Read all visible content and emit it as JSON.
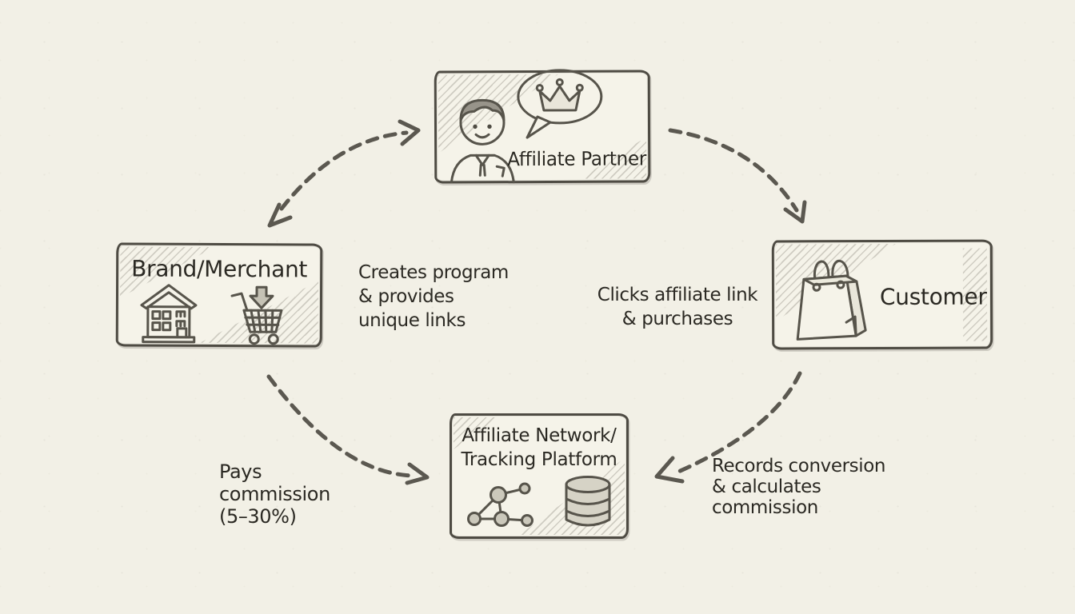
{
  "diagram": {
    "theme": "hand-drawn affiliate marketing flow",
    "colors": {
      "background": "#f2f0e6",
      "ink": "#4e4b43",
      "text": "#2b2923",
      "arrow": "#5b5850",
      "icon_fill": "#cbc8bb"
    },
    "nodes": {
      "affiliate_partner": {
        "label": "Affiliate Partner",
        "icons": [
          "person-icon",
          "crown-speech-bubble-icon"
        ]
      },
      "brand_merchant": {
        "label": "Brand/Merchant",
        "icons": [
          "building-icon",
          "shopping-cart-icon"
        ]
      },
      "customer": {
        "label": "Customer",
        "icons": [
          "shopping-bag-icon"
        ]
      },
      "tracking_platform": {
        "lines": [
          "Affiliate Network/",
          "Tracking Platform"
        ],
        "icons": [
          "network-graph-icon",
          "database-icon"
        ]
      }
    },
    "edges": {
      "creates_program": {
        "lines": [
          "Creates program",
          "& provides",
          "unique links"
        ]
      },
      "clicks_link": {
        "lines": [
          "Clicks affiliate link",
          "& purchases"
        ]
      },
      "pays_commission": {
        "lines": [
          "Pays",
          "commission",
          "(5–30%)"
        ]
      },
      "records_conversion": {
        "lines": [
          "Records conversion",
          "& calculates",
          "commission"
        ]
      }
    }
  }
}
